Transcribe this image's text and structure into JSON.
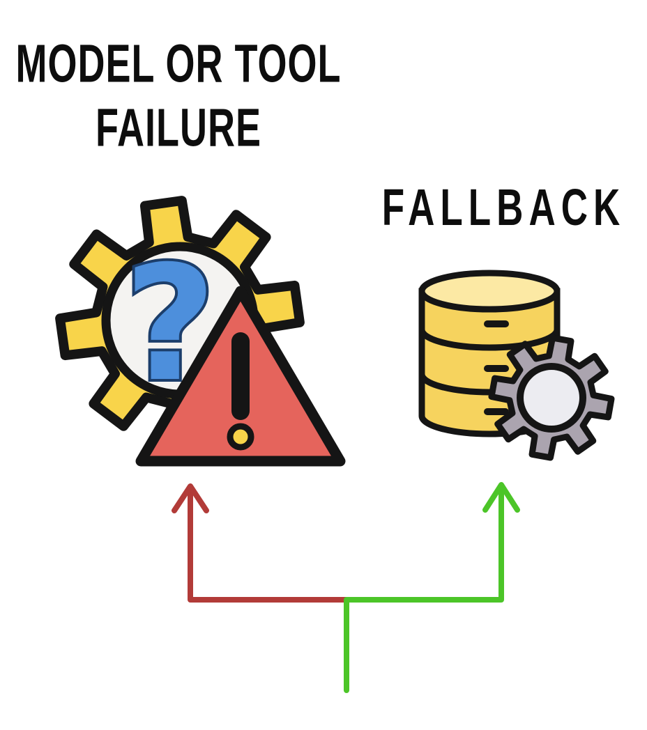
{
  "diagram": {
    "failure": {
      "label_line1": "MODEL OR TOOL",
      "label_line2": "FAILURE",
      "icon": "gear-question-warning-icon"
    },
    "fallback": {
      "label": "FALLBACK",
      "icon": "database-gear-icon"
    },
    "question_mark": "?",
    "colors": {
      "background": "#ffffff",
      "arrow_red": "#b23b38",
      "arrow_green": "#4cc528",
      "gear_yellow": "#f8d44a",
      "gear_gray": "#aba4af",
      "gear_gray_center": "#ececf1",
      "circle_light": "#f4f3f1",
      "triangle_red": "#e5645c",
      "question_blue": "#4d8fdc",
      "question_outline": "#1c3e6b",
      "db_body_yellow": "#f6d35e",
      "db_top_yellow": "#fce9a4",
      "dot_yellow": "#f8d44a",
      "outline": "#151515"
    }
  }
}
